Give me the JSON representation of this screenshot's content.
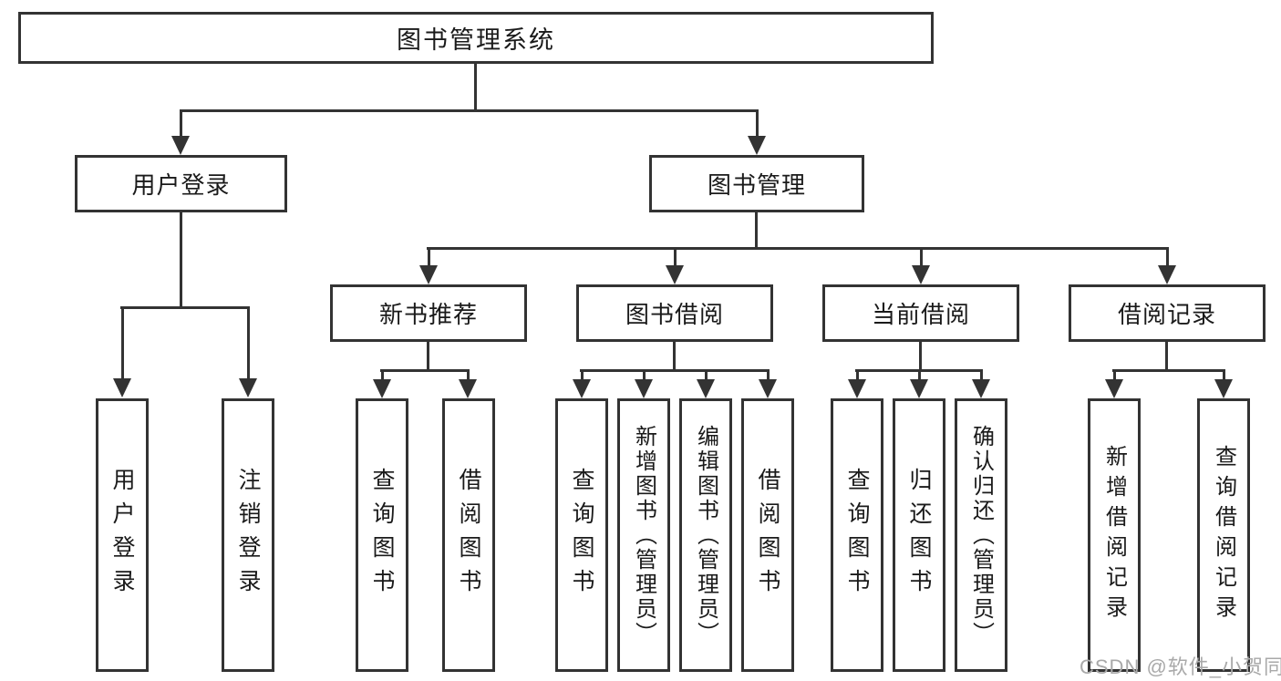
{
  "colors": {
    "line": "#333333",
    "box_border": "#333333",
    "box_background": "#ffffff",
    "text": "#1a1a1a",
    "watermark": "#a9a9a9",
    "background": "#ffffff"
  },
  "tree": {
    "root": "图书管理系统",
    "branches": [
      {
        "label": "用户登录",
        "children": [
          {
            "label": "用户登录"
          },
          {
            "label": "注销登录"
          }
        ]
      },
      {
        "label": "图书管理",
        "groups": [
          {
            "label": "新书推荐",
            "children": [
              {
                "label": "查询图书"
              },
              {
                "label": "借阅图书"
              }
            ]
          },
          {
            "label": "图书借阅",
            "children": [
              {
                "label": "查询图书"
              },
              {
                "label": "新增图书（管理员）"
              },
              {
                "label": "编辑图书（管理员）"
              },
              {
                "label": "借阅图书"
              }
            ]
          },
          {
            "label": "当前借阅",
            "children": [
              {
                "label": "查询图书"
              },
              {
                "label": "归还图书"
              },
              {
                "label": "确认归还（管理员）"
              }
            ]
          },
          {
            "label": "借阅记录",
            "children": [
              {
                "label": "新增借阅记录"
              },
              {
                "label": "查询借阅记录"
              }
            ]
          }
        ]
      }
    ]
  },
  "watermark": "CSDN @软件_小贺同学"
}
